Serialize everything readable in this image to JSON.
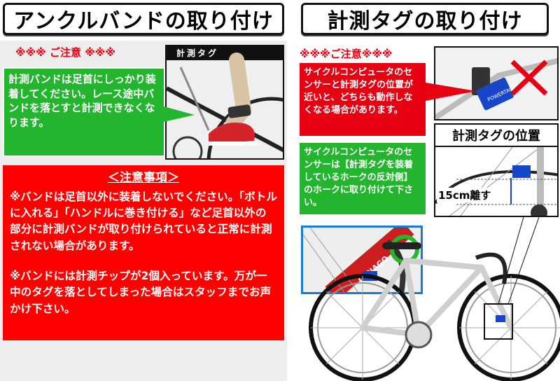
{
  "left": {
    "title": "アンクルバンドの取り付け",
    "caution": "※※※ ご注意 ※※※",
    "photo_label": "計測タグ",
    "green_note": "計測バンドは足首にしっかり装着してください。レース途中バンドを落とすと計測できなくなります。",
    "notice_heading": "＜注意事項＞",
    "notice_p1": "※バンドは足首以外に装着しないでください。「ボトルに入れる」「ハンドルに巻き付ける」など足首以外の部分に計測バンドが取り付けられていると正常に計測されない場合があります。",
    "notice_p2": "※バンドには計測チップが2個入っています。万が一中のタグを落としてしまった場合はスタッフまでお声かけ下さい。"
  },
  "right": {
    "title": "計測タグの取り付け",
    "caution": "※※※ご注意※※※",
    "red_note": "サイクルコンピュータのセンサーと計測タグの位置が近いと、どちらも動作しなくなる場合があります。",
    "green_note": "サイクルコンピュータのセンサーは【計測タグを装着しているホークの反対側】のホークに取り付けて下さい。",
    "tag_position_label": "計測タグの位置",
    "distance_label": "15cm離す",
    "tag_brand": "POWERTAG",
    "frame_brand": "OLNAGO"
  },
  "colors": {
    "red": "#e60012",
    "green": "#24b52f",
    "blue": "#1846c8"
  }
}
